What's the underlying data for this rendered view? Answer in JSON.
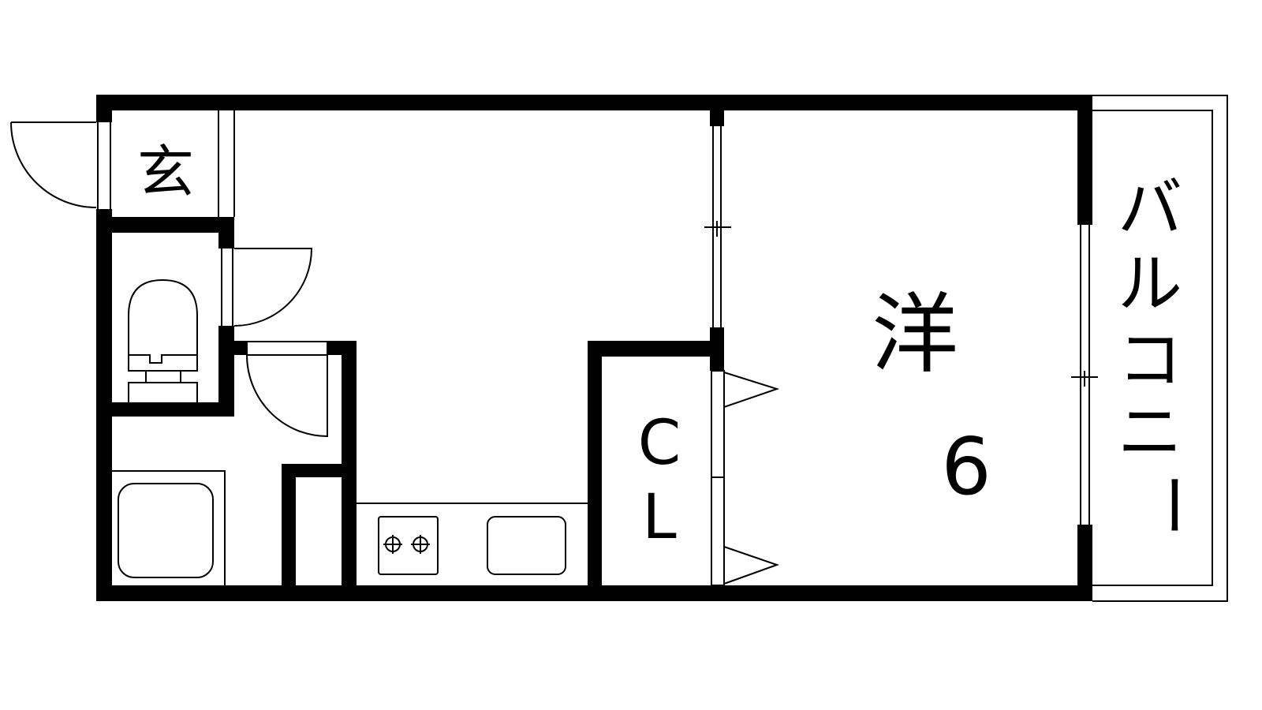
{
  "rooms": {
    "entrance": "玄",
    "western_room": "洋",
    "western_room_size": "6",
    "closet_c": "C",
    "closet_l": "L",
    "balcony": [
      "バ",
      "ル",
      "コ",
      "ニ",
      "ー"
    ]
  },
  "colors": {
    "wall": "#000000",
    "background": "#ffffff"
  }
}
